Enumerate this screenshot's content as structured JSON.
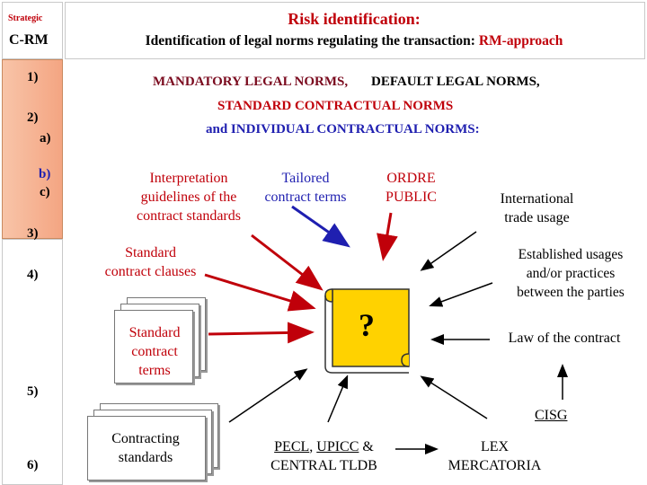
{
  "sidebar": {
    "label_small": "Strategic",
    "label_main": "C-RM",
    "steps": [
      "1)",
      "2)",
      "a)",
      "b)",
      "c)",
      "3)",
      "4)",
      "5)",
      "6)"
    ]
  },
  "header": {
    "title": "Risk identification:",
    "subtitle_prefix": "Identification of legal norms regulating the transaction: ",
    "subtitle_highlight": "RM-approach"
  },
  "norms": {
    "line1_a": "MANDATORY LEGAL NORMS,",
    "line1_b": "DEFAULT LEGAL NORMS,",
    "line2": "STANDARD CONTRACTUAL NORMS",
    "line3": "and INDIVIDUAL CONTRACTUAL NORMS:"
  },
  "sources": {
    "interpretation": [
      "Interpretation",
      "guidelines of the",
      "contract standards"
    ],
    "tailored": [
      "Tailored",
      "contract terms"
    ],
    "ordre": [
      "ORDRE",
      "PUBLIC"
    ],
    "international": [
      "International",
      "trade usage"
    ],
    "standard_clauses": [
      "Standard",
      "contract clauses"
    ],
    "established": [
      "Established usages",
      "and/or practices",
      "between the parties"
    ],
    "standard_terms": [
      "Standard",
      "contract",
      "terms"
    ],
    "center": "?",
    "law": "Law of the contract",
    "cisg": "CISG",
    "contracting": [
      "Contracting",
      "standards"
    ],
    "pecl": "PECL",
    "upicc": "UPICC",
    "amp": "&",
    "central": "CENTRAL TLDB",
    "lex": [
      "LEX",
      "MERCATORIA"
    ]
  },
  "colors": {
    "dark_red": "#7a0a1e",
    "red": "#c0000a",
    "blue": "#1f1fb0",
    "scroll": "#ffd200"
  }
}
